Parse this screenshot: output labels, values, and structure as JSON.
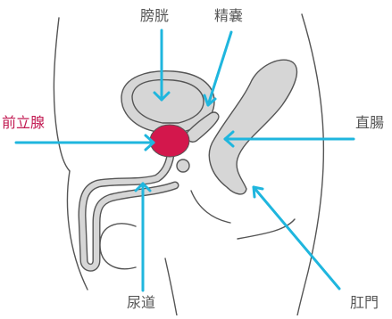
{
  "labels": {
    "bladder": "膀胱",
    "seminal_vesicle": "精嚢",
    "prostate": "前立腺",
    "rectum": "直腸",
    "urethra": "尿道",
    "anus": "肛門"
  },
  "colors": {
    "arrow": "#1fb6de",
    "prostate_fill": "#d3174c",
    "prostate_label": "#c21a52",
    "label": "#555555",
    "organ_fill": "#d6d6d6",
    "outline": "#555555"
  }
}
